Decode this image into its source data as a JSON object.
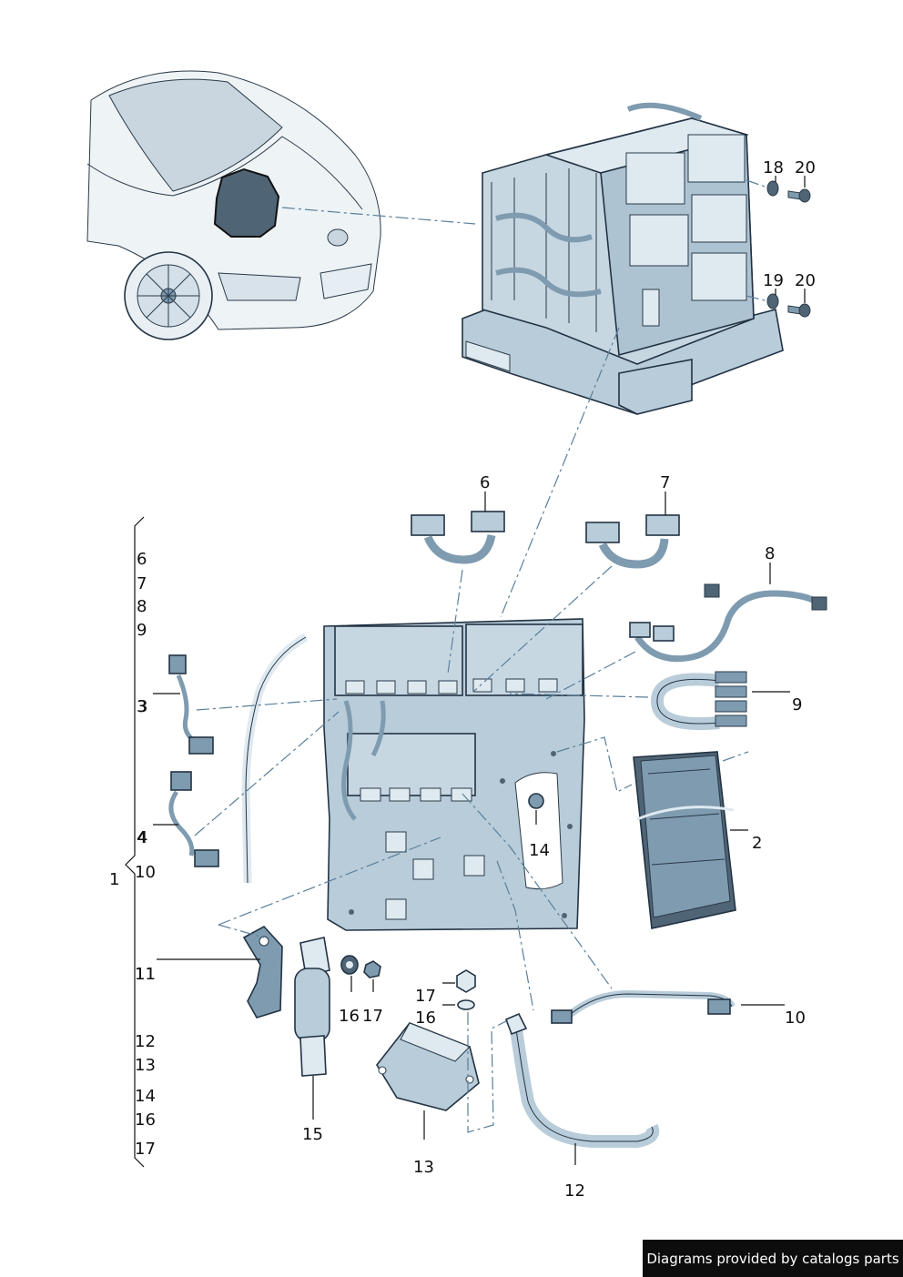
{
  "callouts": {
    "c6": "6",
    "c7": "7",
    "c8": "8",
    "c9": "9",
    "c18": "18",
    "c20a": "20",
    "c19": "19",
    "c20b": "20",
    "c3": "3",
    "c4": "4",
    "c10": "10",
    "c14": "14",
    "c2": "2",
    "c11": "11",
    "c16a": "16",
    "c17a": "17",
    "c17b": "17",
    "c16b": "16",
    "c15": "15",
    "c13": "13",
    "c12": "12"
  },
  "bracket_list": {
    "group_number": "1",
    "items": [
      "6",
      "7",
      "8",
      "9",
      "3",
      "4",
      "10",
      "11",
      "12",
      "13",
      "14",
      "16",
      "17"
    ]
  },
  "colors": {
    "part_fill": "#b9ccd9",
    "part_dark": "#7f9bb0",
    "part_light": "#dfe9f0",
    "line": "#223344",
    "dash": "#5a7f9a"
  },
  "footer": {
    "credit": "Diagrams provided by catalogs parts"
  }
}
